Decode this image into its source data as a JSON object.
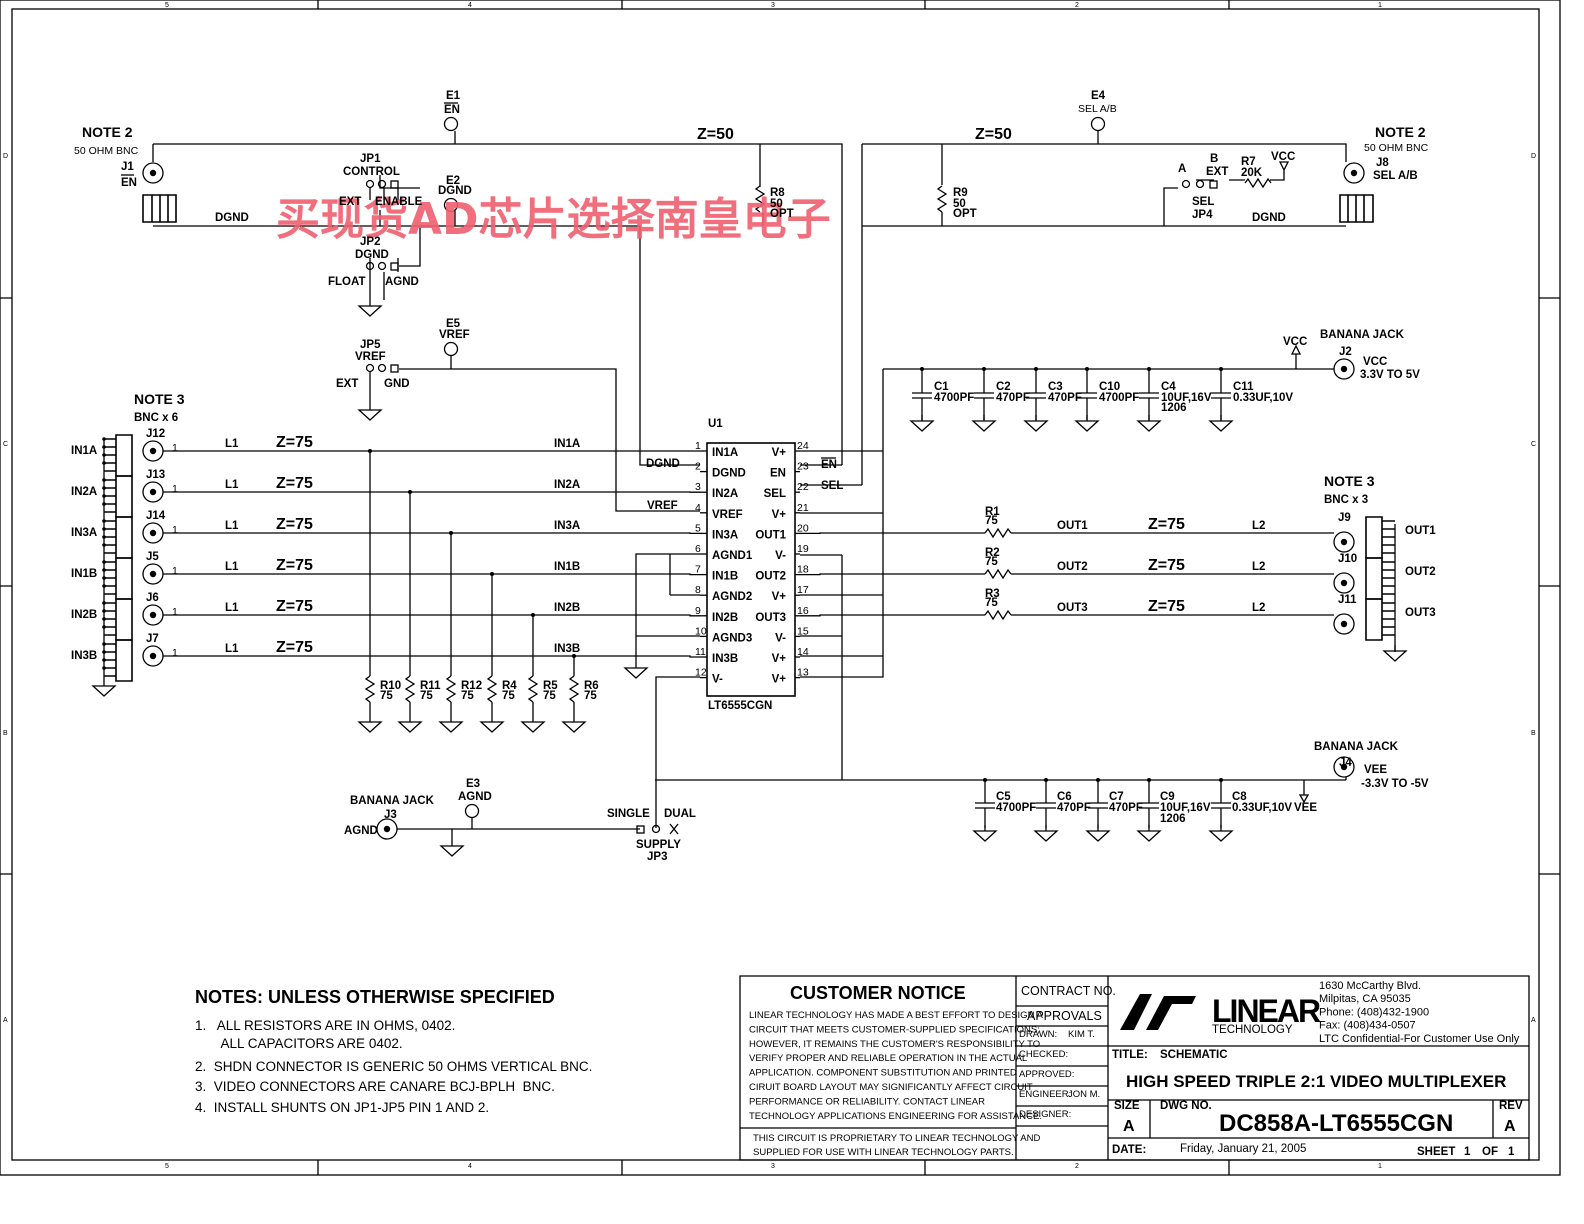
{
  "accent_watermark_color": "#f06070",
  "watermark": "买现货AD芯片选择南皇电子",
  "frame": {
    "top_cols": [
      "5",
      "4",
      "3",
      "2",
      "1"
    ],
    "bottom_cols": [
      "5",
      "4",
      "3",
      "2",
      "1"
    ],
    "rows": [
      "D",
      "C",
      "B",
      "A"
    ]
  },
  "labels": {
    "e1": "E1",
    "en": "EN",
    "e4": "E4",
    "sel_ab": "SEL A/B",
    "z50a": "Z=50",
    "z50b": "Z=50",
    "note2_l": "NOTE 2",
    "bnc50_l": "50 OHM BNC",
    "j1": "J1",
    "j1_en": "EN",
    "note2_r": "NOTE 2",
    "bnc50_r": "50 OHM BNC",
    "j8": "J8",
    "j8_sel": "SEL A/B",
    "jp1": "JP1",
    "control": "CONTROL",
    "ext1": "EXT",
    "enable": "ENABLE",
    "e2": "E2",
    "e2_dgnd": "DGND",
    "dgnd_l": "DGND",
    "dgnd_r": "DGND",
    "jp2": "JP2",
    "jp2_dgnd": "DGND",
    "float": "FLOAT",
    "agnd": "AGND",
    "r8": "R8",
    "r8v": "50",
    "r8o": "OPT",
    "r9": "R9",
    "r9v": "50",
    "r9o": "OPT",
    "jp4_a": "A",
    "jp4_b": "B",
    "jp4_ext": "EXT",
    "r7": "R7",
    "r7v": "20K",
    "vcc_top": "VCC",
    "jp4_sel": "SEL",
    "jp4": "JP4",
    "jp5": "JP5",
    "jp5_vref": "VREF",
    "jp5_ext": "EXT",
    "jp5_gnd": "GND",
    "e5": "E5",
    "e5_vref": "VREF",
    "note3_l": "NOTE 3",
    "bnc6": "BNC x 6",
    "note3_r": "NOTE 3",
    "bnc3": "BNC x 3",
    "u1": "U1",
    "u1_part": "LT6555CGN",
    "vcc_j2": "VCC",
    "banana_j2": "BANANA JACK",
    "j2": "J2",
    "j2_vcc": "VCC",
    "j2_rng": "3.3V TO 5V",
    "banana_j4": "BANANA JACK",
    "j4": "J4",
    "j4_vee": "VEE",
    "j4_rng": "-3.3V TO -5V",
    "vee": "VEE",
    "banana_j3": "BANANA JACK",
    "j3": "J3",
    "j3_agnd": "AGND",
    "e3": "E3",
    "e3_agnd": "AGND",
    "single": "SINGLE",
    "dual": "DUAL",
    "supply": "SUPPLY",
    "jp3": "JP3",
    "net_dgnd": "DGND",
    "net_vref": "VREF",
    "net_en": "EN",
    "net_sel": "SEL"
  },
  "inputs": [
    {
      "name": "IN1A",
      "jack": "J12",
      "ind": "L1",
      "z": "Z=75",
      "net": "IN1A"
    },
    {
      "name": "IN2A",
      "jack": "J13",
      "ind": "L1",
      "z": "Z=75",
      "net": "IN2A"
    },
    {
      "name": "IN3A",
      "jack": "J14",
      "ind": "L1",
      "z": "Z=75",
      "net": "IN3A"
    },
    {
      "name": "IN1B",
      "jack": "J5",
      "ind": "L1",
      "z": "Z=75",
      "net": "IN1B"
    },
    {
      "name": "IN2B",
      "jack": "J6",
      "ind": "L1",
      "z": "Z=75",
      "net": "IN2B"
    },
    {
      "name": "IN3B",
      "jack": "J7",
      "ind": "L1",
      "z": "Z=75",
      "net": "IN3B"
    }
  ],
  "terminations": [
    {
      "ref": "R10",
      "val": "75"
    },
    {
      "ref": "R11",
      "val": "75"
    },
    {
      "ref": "R12",
      "val": "75"
    },
    {
      "ref": "R4",
      "val": "75"
    },
    {
      "ref": "R5",
      "val": "75"
    },
    {
      "ref": "R6",
      "val": "75"
    }
  ],
  "outputs": [
    {
      "res": "R1",
      "val": "75",
      "net": "OUT1",
      "z": "Z=75",
      "ind": "L2",
      "jack": "J9",
      "name": "OUT1"
    },
    {
      "res": "R2",
      "val": "75",
      "net": "OUT2",
      "z": "Z=75",
      "ind": "L2",
      "jack": "J10",
      "name": "OUT2"
    },
    {
      "res": "R3",
      "val": "75",
      "net": "OUT3",
      "z": "Z=75",
      "ind": "L2",
      "jack": "J11",
      "name": "OUT3"
    }
  ],
  "u1_left": [
    {
      "num": "1",
      "name": "IN1A"
    },
    {
      "num": "2",
      "name": "DGND"
    },
    {
      "num": "3",
      "name": "IN2A"
    },
    {
      "num": "4",
      "name": "VREF"
    },
    {
      "num": "5",
      "name": "IN3A"
    },
    {
      "num": "6",
      "name": "AGND1"
    },
    {
      "num": "7",
      "name": "IN1B"
    },
    {
      "num": "8",
      "name": "AGND2"
    },
    {
      "num": "9",
      "name": "IN2B"
    },
    {
      "num": "10",
      "name": "AGND3"
    },
    {
      "num": "11",
      "name": "IN3B"
    },
    {
      "num": "12",
      "name": "V-"
    }
  ],
  "u1_right": [
    {
      "num": "24",
      "name": "V+"
    },
    {
      "num": "23",
      "name": "EN"
    },
    {
      "num": "22",
      "name": "SEL"
    },
    {
      "num": "21",
      "name": "V+"
    },
    {
      "num": "20",
      "name": "OUT1"
    },
    {
      "num": "19",
      "name": "V-"
    },
    {
      "num": "18",
      "name": "OUT2"
    },
    {
      "num": "17",
      "name": "V+"
    },
    {
      "num": "16",
      "name": "OUT3"
    },
    {
      "num": "15",
      "name": "V-"
    },
    {
      "num": "14",
      "name": "V+"
    },
    {
      "num": "13",
      "name": "V+"
    }
  ],
  "caps_vcc": [
    {
      "ref": "C1",
      "val": "4700PF",
      "extra": ""
    },
    {
      "ref": "C2",
      "val": "470PF",
      "extra": ""
    },
    {
      "ref": "C3",
      "val": "470PF",
      "extra": ""
    },
    {
      "ref": "C10",
      "val": "4700PF",
      "extra": ""
    },
    {
      "ref": "C4",
      "val": "10UF,16V",
      "extra": "1206"
    },
    {
      "ref": "C11",
      "val": "0.33UF,10V",
      "extra": ""
    }
  ],
  "caps_vee": [
    {
      "ref": "C5",
      "val": "4700PF",
      "extra": ""
    },
    {
      "ref": "C6",
      "val": "470PF",
      "extra": ""
    },
    {
      "ref": "C7",
      "val": "470PF",
      "extra": ""
    },
    {
      "ref": "C9",
      "val": "10UF,16V",
      "extra": "1206"
    },
    {
      "ref": "C8",
      "val": "0.33UF,10V",
      "extra": ""
    }
  ],
  "notes": {
    "title": "NOTES:  UNLESS OTHERWISE SPECIFIED",
    "items": [
      "1.   ALL RESISTORS ARE IN OHMS, 0402.",
      "       ALL CAPACITORS ARE 0402.",
      "2.  SHDN CONNECTOR IS GENERIC 50 OHMS VERTICAL BNC.",
      "3.  VIDEO CONNECTORS ARE CANARE BCJ-BPLH  BNC.",
      "4.  INSTALL SHUNTS ON JP1-JP5 PIN 1 AND 2."
    ]
  },
  "title_block": {
    "customer_notice": "CUSTOMER NOTICE",
    "notice_lines": [
      "LINEAR TECHNOLOGY HAS MADE A BEST EFFORT TO DESIGN A",
      "CIRCUIT THAT MEETS CUSTOMER-SUPPLIED SPECIFICATIONS;",
      "HOWEVER, IT REMAINS THE CUSTOMER'S RESPONSIBILITY TO",
      "VERIFY PROPER AND RELIABLE OPERATION IN THE ACTUAL",
      "APPLICATION.  COMPONENT SUBSTITUTION AND PRINTED",
      "CIRUIT BOARD LAYOUT MAY SIGNIFICANTLY AFFECT CIRCUIT",
      "PERFORMANCE OR RELIABILITY.  CONTACT LINEAR",
      "TECHNOLOGY APPLICATIONS ENGINEERING FOR ASSISTANCE."
    ],
    "proprietary": [
      "THIS CIRCUIT IS PROPRIETARY TO LINEAR TECHNOLOGY AND",
      "SUPPLIED FOR USE WITH LINEAR TECHNOLOGY PARTS."
    ],
    "contract_no": "CONTRACT NO.",
    "approvals": "APPROVALS",
    "drawn": "DRAWN:",
    "drawn_by": "KIM T.",
    "checked": "CHECKED:",
    "approved": "APPROVED:",
    "engineer": "ENGINEER:",
    "engineer_name": "JON M.",
    "designer": "DESIGNER:",
    "logo_top": "LINEAR",
    "logo_bottom": "TECHNOLOGY",
    "address": [
      "1630 McCarthy Blvd.",
      "Milpitas, CA 95035",
      "Phone: (408)432-1900",
      "Fax: (408)434-0507",
      "LTC Confidential-For Customer Use Only"
    ],
    "title_label": "TITLE:",
    "title_value": "SCHEMATIC",
    "main_title": "HIGH SPEED TRIPLE 2:1 VIDEO MULTIPLEXER",
    "size_label": "SIZE",
    "size": "A",
    "dwg_label": "DWG NO.",
    "dwg_no": "DC858A-LT6555CGN",
    "rev_label": "REV",
    "rev": "A",
    "date_label": "DATE:",
    "date": "Friday, January 21, 2005",
    "sheet_label": "SHEET",
    "sheet": "1",
    "of_label": "OF",
    "of": "1"
  }
}
